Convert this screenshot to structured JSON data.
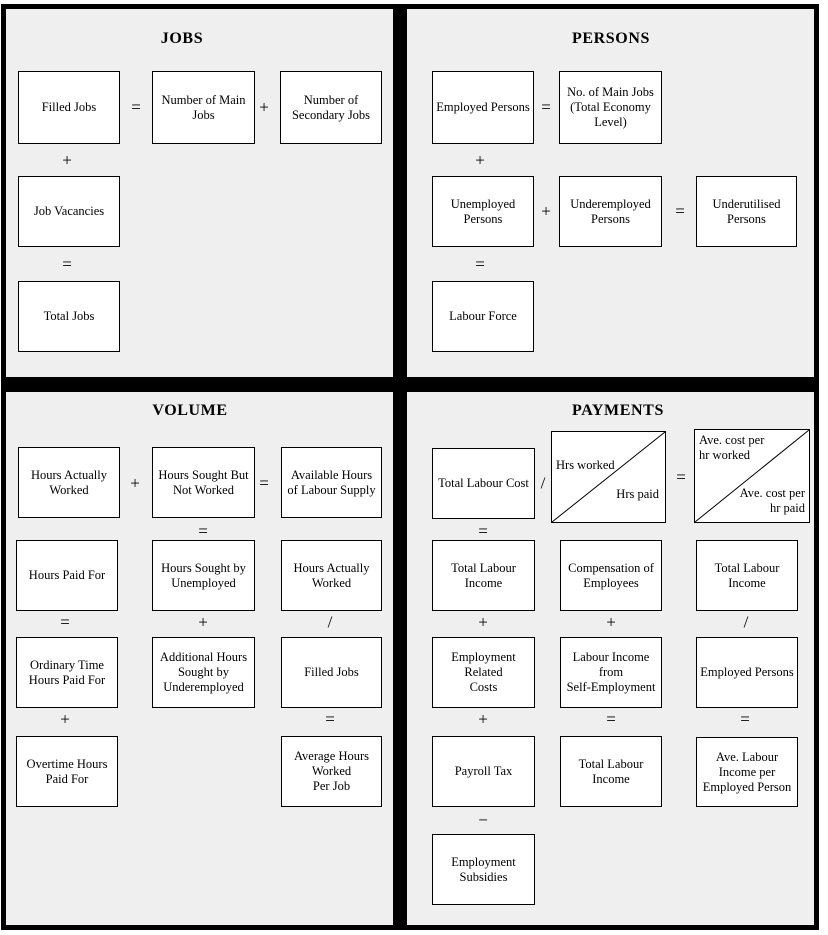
{
  "colors": {
    "background": "#efefef",
    "box_fill": "#ffffff",
    "line": "#000000",
    "page_margin": "#ffffff"
  },
  "quadrants": {
    "jobs": {
      "title": "JOBS",
      "boxes": [
        "Filled Jobs",
        "Number of Main\nJobs",
        "Number of\nSecondary Jobs",
        "Job Vacancies",
        "Total Jobs"
      ],
      "ops": [
        "=",
        "+",
        "+",
        "="
      ]
    },
    "persons": {
      "title": "PERSONS",
      "boxes": [
        "Employed Persons",
        "No. of Main Jobs\n(Total Economy\nLevel)",
        "Unemployed\nPersons",
        "Underemployed\nPersons",
        "Underutilised\nPersons",
        "Labour Force"
      ],
      "ops": [
        "=",
        "+",
        "+",
        "=",
        "="
      ]
    },
    "volume": {
      "title": "VOLUME",
      "boxes": [
        "Hours Actually\nWorked",
        "Hours Sought But\nNot Worked",
        "Available Hours\nof Labour Supply",
        "Hours Paid For",
        "Hours Sought by\nUnemployed",
        "Hours Actually\nWorked",
        "Ordinary Time\nHours Paid For",
        "Additional Hours\nSought by\nUnderemployed",
        "Filled Jobs",
        "Overtime Hours\nPaid For",
        "Average Hours\nWorked\nPer Job"
      ],
      "ops": [
        "+",
        "=",
        "=",
        "=",
        "+",
        "/",
        "+",
        "="
      ]
    },
    "payments": {
      "title": "PAYMENTS",
      "boxes": [
        "Total Labour Cost",
        "Total Labour\nIncome",
        "Compensation of\nEmployees",
        "Total Labour\nIncome",
        "Employment\nRelated\nCosts",
        "Labour Income\nfrom\nSelf-Employment",
        "Employed Persons",
        "Payroll Tax",
        "Total Labour\nIncome",
        "Ave. Labour\nIncome per\nEmployed Person",
        "Employment\nSubsidies"
      ],
      "diag_boxes": [
        {
          "top": "Hrs worked",
          "bottom": "Hrs paid"
        },
        {
          "top": "Ave. cost per\nhr worked",
          "bottom": "Ave. cost per\nhr paid"
        }
      ],
      "ops": [
        "/",
        "=",
        "=",
        "+",
        "+",
        "/",
        "+",
        "=",
        "=",
        "−"
      ]
    }
  }
}
